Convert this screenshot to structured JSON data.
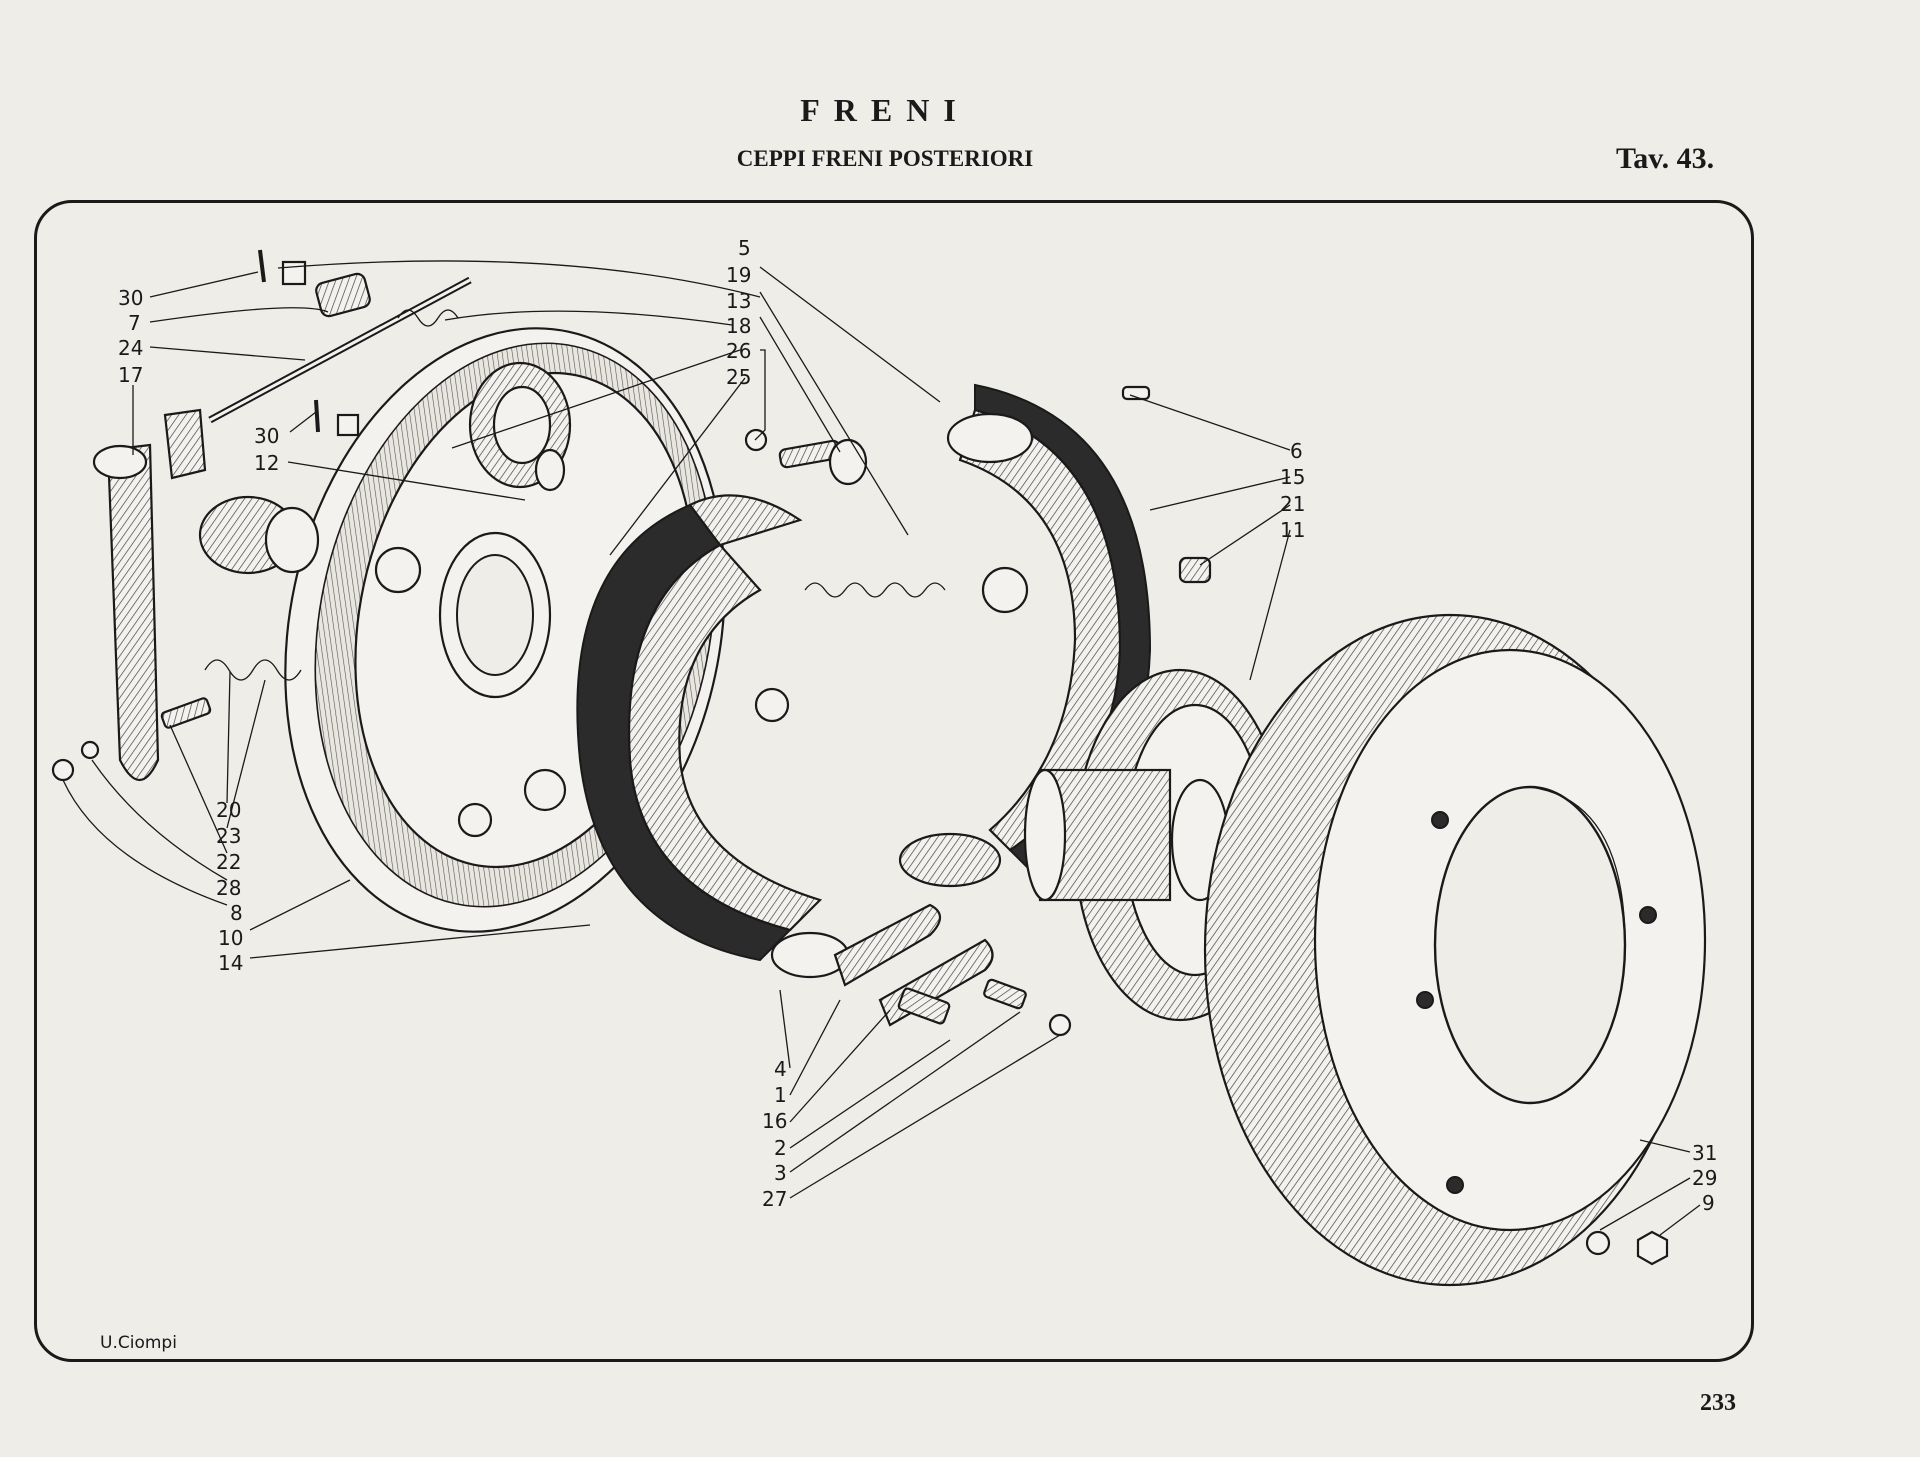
{
  "header": {
    "title": "FRENI",
    "subtitle": "CEPPI FRENI POSTERIORI",
    "plate": "Tav. 43.",
    "page_number": "233"
  },
  "signature": "U.Ciompi",
  "callouts": {
    "left": [
      "30",
      "7",
      "24",
      "17",
      "30",
      "12",
      "20",
      "23",
      "22",
      "28",
      "8",
      "10",
      "14"
    ],
    "top_center": [
      "5",
      "19",
      "13",
      "18",
      "26",
      "25"
    ],
    "bottom_center": [
      "4",
      "1",
      "16",
      "2",
      "3",
      "27"
    ],
    "right": [
      "6",
      "15",
      "21",
      "11"
    ],
    "bottom_right": [
      "31",
      "29",
      "9"
    ]
  }
}
